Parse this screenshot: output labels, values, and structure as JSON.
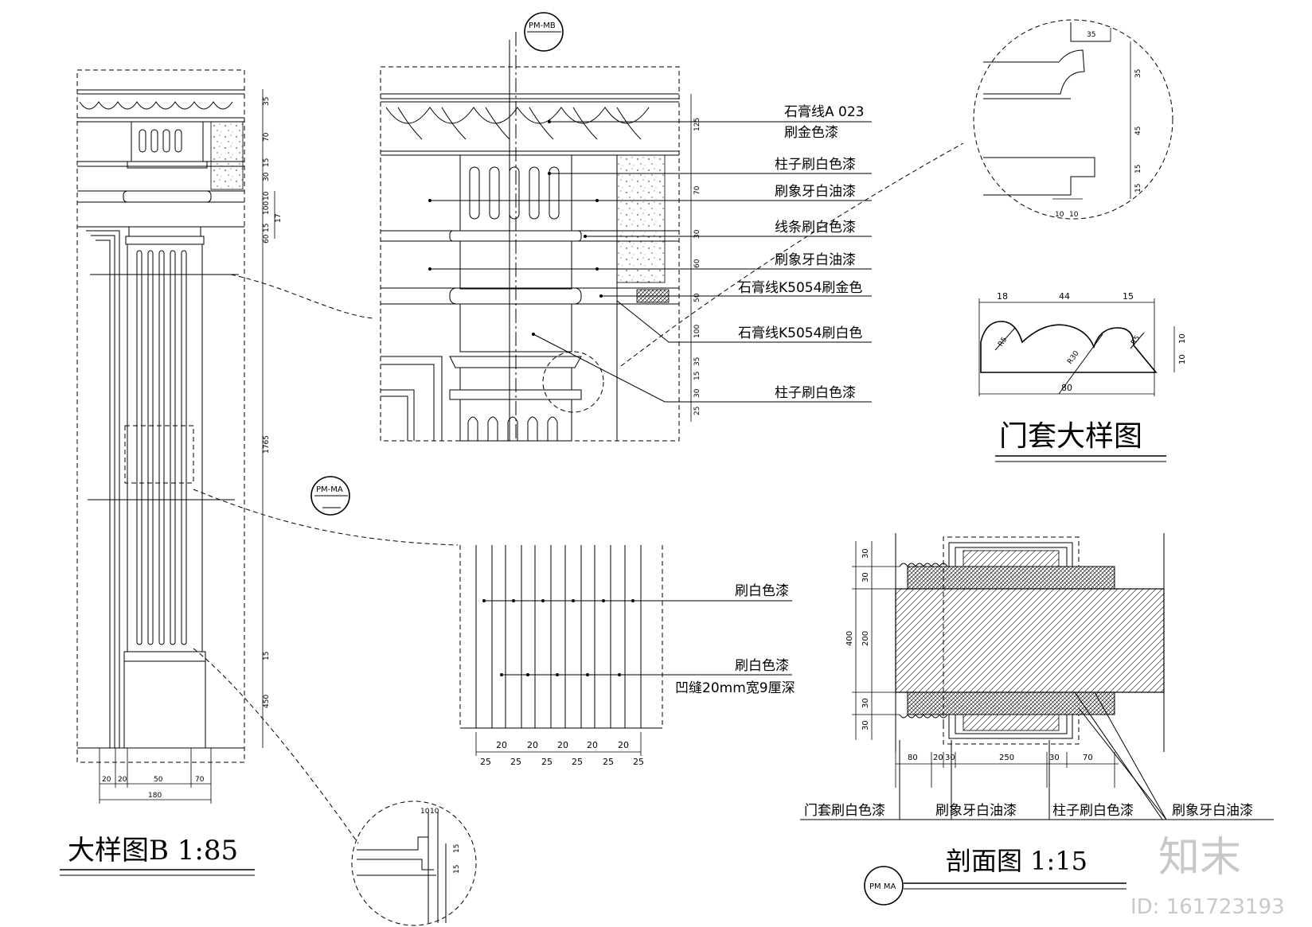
{
  "titles": {
    "detail_b": "大样图B 1:85",
    "door_detail": "门套大样图",
    "section": "剖面图   1:15"
  },
  "markers": {
    "pm_mb": "PM-MB",
    "pm_ma": "PM-MA",
    "pm_ma_bottom": "PM MA"
  },
  "capital_labels": [
    "石膏线A 023",
    "刷金色漆",
    "柱子刷白色漆",
    "刷象牙白油漆",
    "线条刷白色漆",
    "刷象牙白油漆",
    "石膏线K5054刷金色",
    "石膏线K5054刷白色",
    "柱子刷白色漆"
  ],
  "capital_dims": [
    "125",
    "70",
    "30",
    "60",
    "50",
    "100",
    "35",
    "15",
    "30",
    "25"
  ],
  "column_dims_right": [
    "35",
    "70",
    "15",
    "30",
    "10",
    "100",
    "17",
    "15",
    "60",
    "1765",
    "15",
    "450"
  ],
  "column_dims_bottom": [
    "20",
    "20",
    "50",
    "70",
    "180"
  ],
  "flute_labels": [
    "刷白色漆",
    "刷白色漆",
    "凹缝20mm宽9厘深"
  ],
  "flute_dims_top": [
    "20",
    "20",
    "20",
    "20",
    "20"
  ],
  "flute_dims_bottom": [
    "25",
    "25",
    "25",
    "25",
    "25",
    "25"
  ],
  "door_profile_dims": [
    "18",
    "44",
    "15",
    "10",
    "10",
    "80",
    "R5",
    "R30",
    "R5"
  ],
  "cornice_dims": [
    "35",
    "35",
    "45",
    "15",
    "15",
    "10",
    "10"
  ],
  "base_detail_dims": [
    "10",
    "10",
    "15",
    "15"
  ],
  "section_labels": [
    "门套刷白色漆",
    "刷象牙白油漆",
    "柱子刷白色漆",
    "刷象牙白油漆"
  ],
  "section_dims_left": [
    "30",
    "30",
    "200",
    "30",
    "30",
    "400"
  ],
  "section_dims_bottom": [
    "80",
    "20",
    "30",
    "250",
    "30",
    "70"
  ],
  "watermark": {
    "logo": "知末",
    "id": "ID: 161723193"
  }
}
